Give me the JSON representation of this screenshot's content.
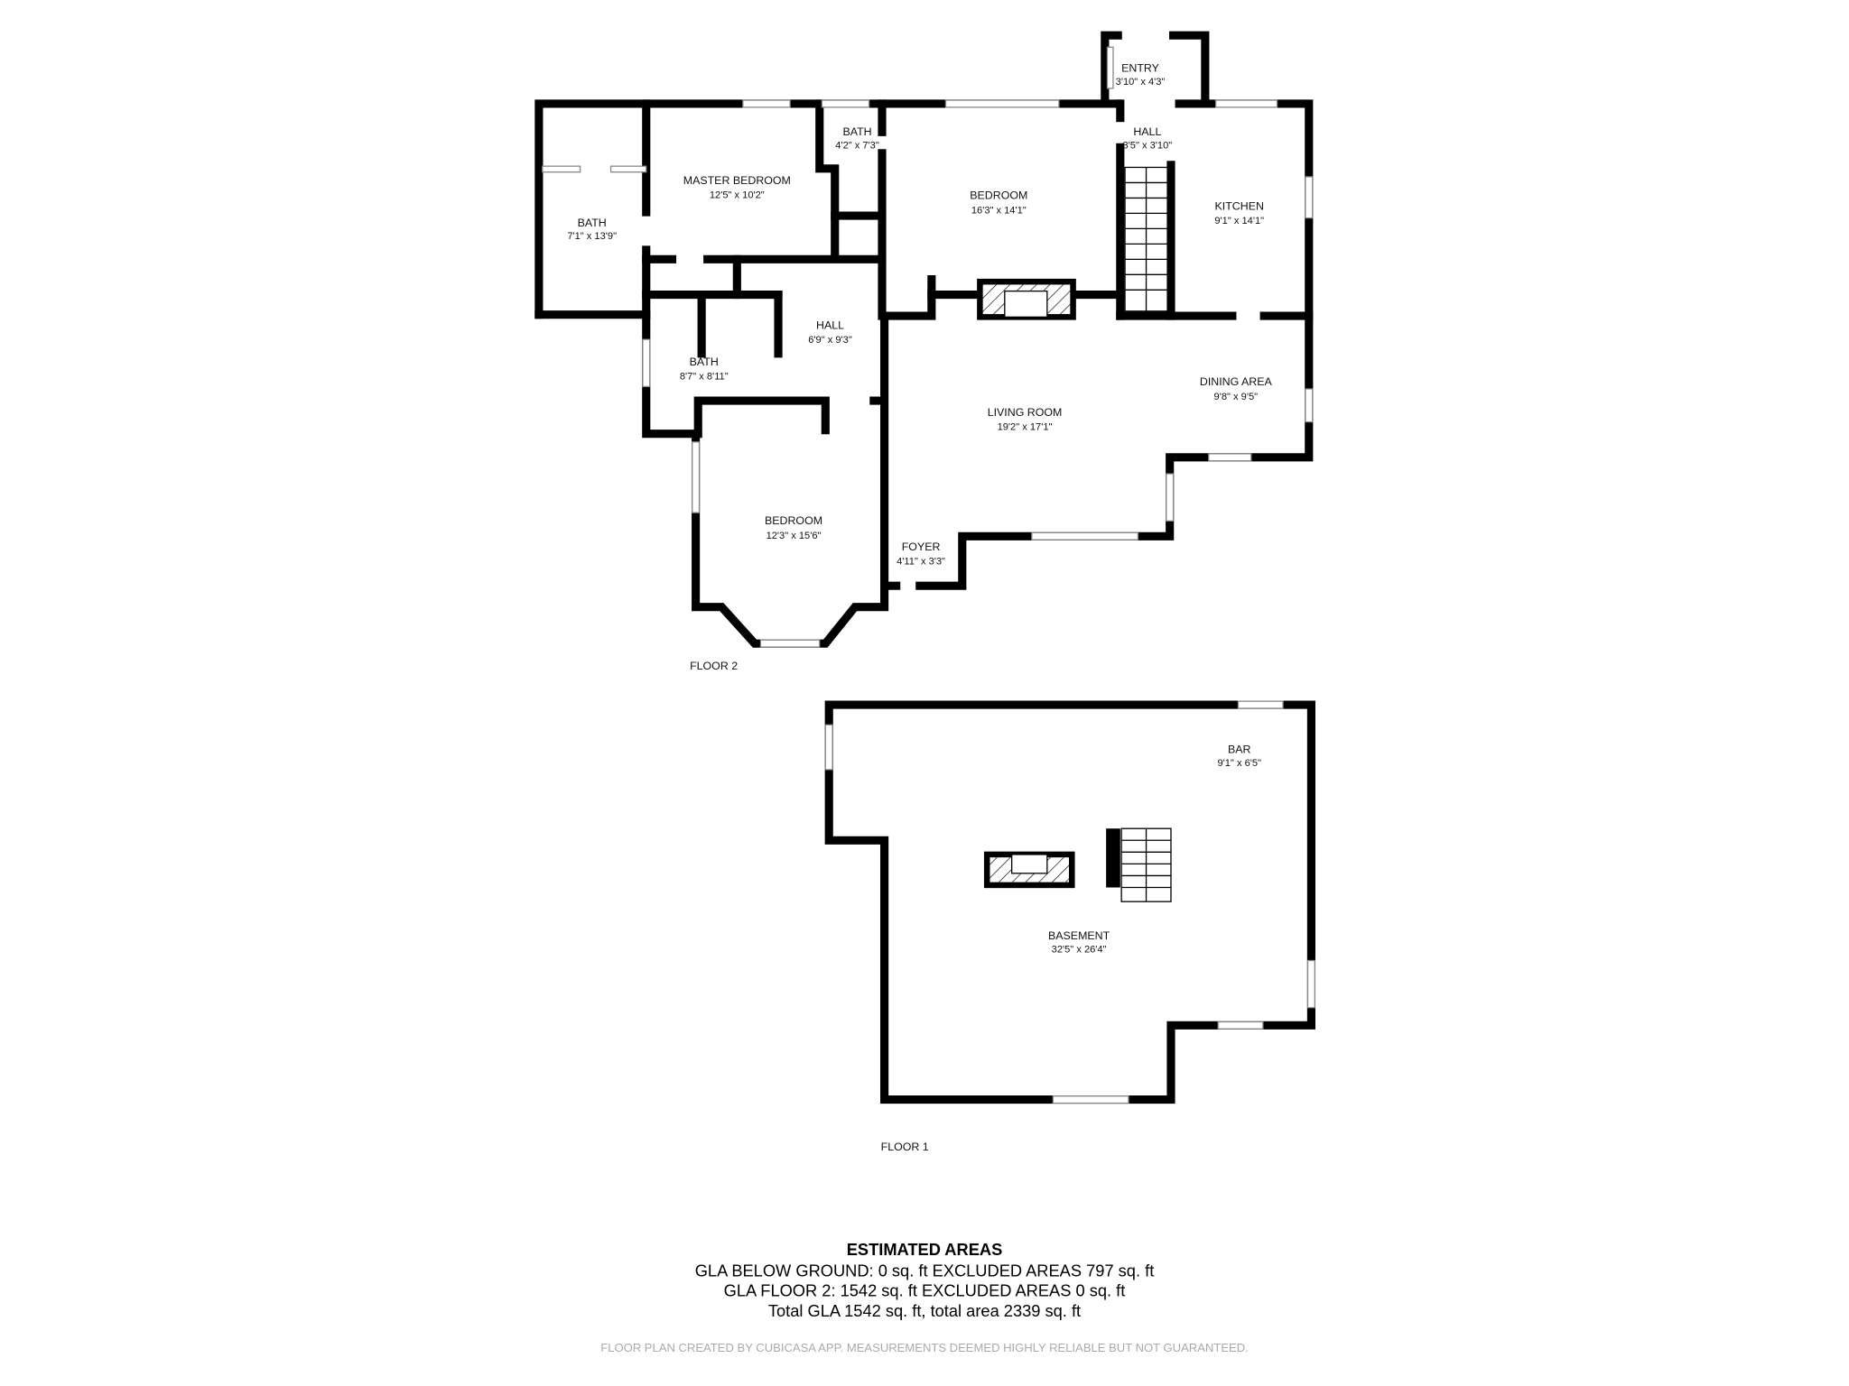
{
  "floor2": {
    "label": "FLOOR 2",
    "rooms": [
      {
        "name": "BATH",
        "dims": "7'1\" x 13'9\""
      },
      {
        "name": "MASTER BEDROOM",
        "dims": "12'5\" x 10'2\""
      },
      {
        "name": "BATH",
        "dims": "4'2\" x 7'3\""
      },
      {
        "name": "BEDROOM",
        "dims": "16'3\" x 14'1\""
      },
      {
        "name": "ENTRY",
        "dims": "3'10\" x 4'3\""
      },
      {
        "name": "HALL",
        "dims": "3'5\" x 3'10\""
      },
      {
        "name": "KITCHEN",
        "dims": "9'1\" x 14'1\""
      },
      {
        "name": "HALL",
        "dims": "6'9\" x 9'3\""
      },
      {
        "name": "BATH",
        "dims": "8'7\" x 8'11\""
      },
      {
        "name": "DINING AREA",
        "dims": "9'8\" x 9'5\""
      },
      {
        "name": "LIVING ROOM",
        "dims": "19'2\" x 17'1\""
      },
      {
        "name": "BEDROOM",
        "dims": "12'3\" x 15'6\""
      },
      {
        "name": "FOYER",
        "dims": "4'11\" x 3'3\""
      }
    ]
  },
  "floor1": {
    "label": "FLOOR 1",
    "rooms": [
      {
        "name": "BAR",
        "dims": "9'1\" x 6'5\""
      },
      {
        "name": "BASEMENT",
        "dims": "32'5\" x 26'4\""
      }
    ]
  },
  "areas": {
    "title": "ESTIMATED AREAS",
    "lines": [
      "GLA BELOW GROUND: 0 sq. ft EXCLUDED AREAS 797 sq. ft",
      "GLA FLOOR 2: 1542 sq. ft EXCLUDED AREAS 0 sq. ft",
      "Total GLA 1542 sq. ft, total area 2339 sq. ft"
    ]
  },
  "disclaimer": "FLOOR PLAN CREATED BY CUBICASA APP. MEASUREMENTS DEEMED HIGHLY RELIABLE BUT NOT GUARANTEED."
}
